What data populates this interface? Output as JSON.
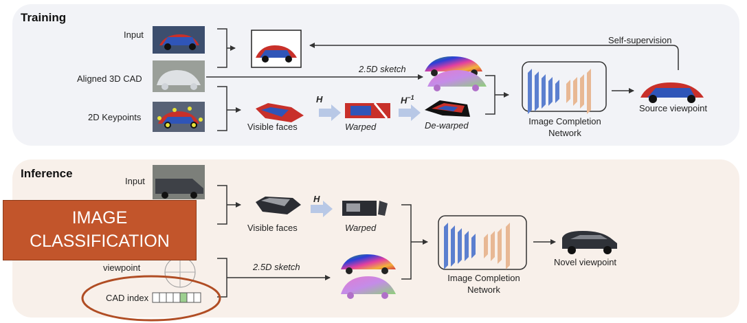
{
  "training": {
    "title": "Training",
    "inputs": [
      "Input",
      "Aligned 3D CAD",
      "2D Keypoints"
    ],
    "sketch_label": "2.5D sketch",
    "visible_faces": "Visible faces",
    "warped": "Warped",
    "dewarped": "De-warped",
    "h_symbol": "H",
    "h_inv_symbol": "H",
    "h_inv_exp": "−1",
    "network": [
      "Image Completion",
      "Network"
    ],
    "output": "Source viewpoint",
    "supervision": "Self-supervision"
  },
  "inference": {
    "title": "Inference",
    "inputs": [
      "Input",
      "viewpoint",
      "CAD index"
    ],
    "visible_faces": "Visible faces",
    "warped": "Warped",
    "h_symbol": "H",
    "sketch_label": "2.5D sketch",
    "network": [
      "Image Completion",
      "Network"
    ],
    "output": "Novel viewpoint"
  },
  "badge": {
    "line1": "IMAGE",
    "line2": "CLASSIFICATION"
  },
  "colors": {
    "accent": "#c2552b",
    "net_blue": "#5b7fcf",
    "net_peach": "#e8b894",
    "arrow_fill": "#b8c8e6"
  }
}
